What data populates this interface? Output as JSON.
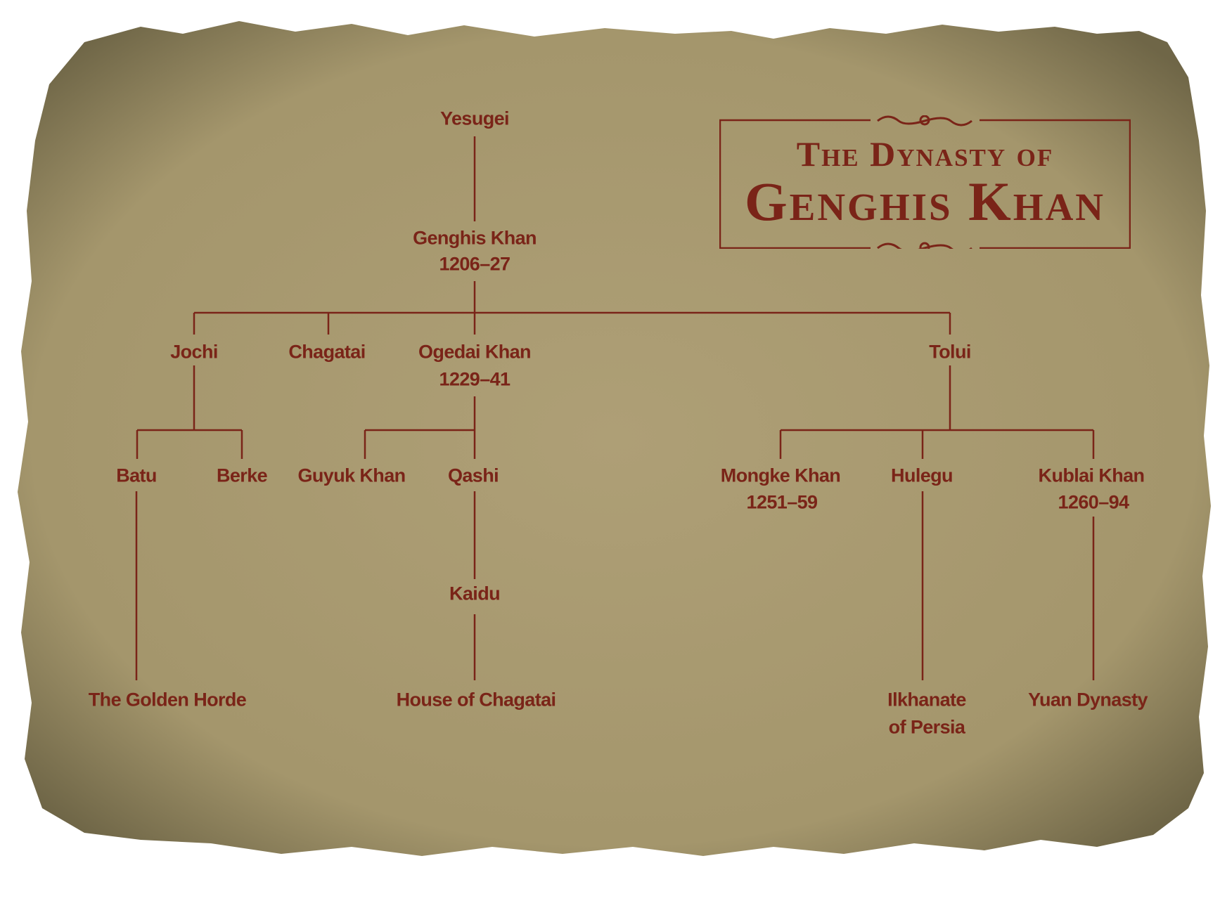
{
  "title": {
    "line1": "The Dynasty of",
    "line2": "Genghis Khan"
  },
  "colors": {
    "ink": "#7a2418",
    "paper": "#a99b72",
    "paper_edge": "#6f6647"
  },
  "people": {
    "yesugei": {
      "name": "Yesugei"
    },
    "genghis": {
      "name": "Genghis Khan",
      "reign": "1206–27"
    },
    "jochi": {
      "name": "Jochi"
    },
    "chagatai": {
      "name": "Chagatai"
    },
    "ogedai": {
      "name": "Ogedai Khan",
      "reign": "1229–41"
    },
    "tolui": {
      "name": "Tolui"
    },
    "batu": {
      "name": "Batu"
    },
    "berke": {
      "name": "Berke"
    },
    "guyuk": {
      "name": "Guyuk Khan"
    },
    "qashi": {
      "name": "Qashi"
    },
    "kaidu": {
      "name": "Kaidu"
    },
    "mongke": {
      "name": "Mongke Khan",
      "reign": "1251–59"
    },
    "hulegu": {
      "name": "Hulegu"
    },
    "kublai": {
      "name": "Kublai Khan",
      "reign": "1260–94"
    }
  },
  "realms": {
    "golden_horde": "The Golden Horde",
    "house_chagatai": "House of Chagatai",
    "ilkhanate_1": "Ilkhanate",
    "ilkhanate_2": "of Persia",
    "yuan": "Yuan Dynasty"
  }
}
